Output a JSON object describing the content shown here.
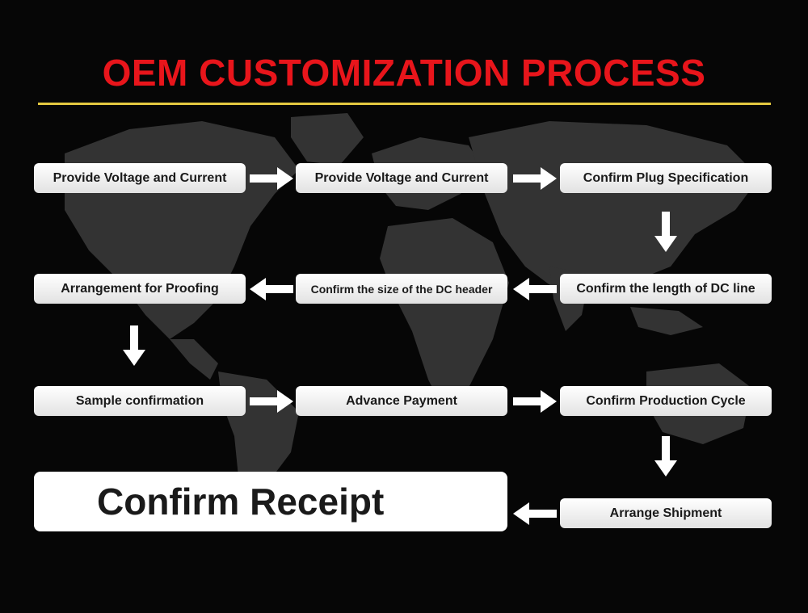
{
  "title": "OEM CUSTOMIZATION PROCESS",
  "colors": {
    "background": "#060606",
    "title": "#e8151b",
    "rule": "#e3c840",
    "step_box": "#f0f0f0",
    "arrow": "#ffffff",
    "map": "#3b3b3b"
  },
  "steps": [
    {
      "label": "Provide Voltage and Current"
    },
    {
      "label": "Provide Voltage and Current"
    },
    {
      "label": "Confirm Plug Specification"
    },
    {
      "label": "Confirm the length of DC line"
    },
    {
      "label": "Confirm the size of the DC header"
    },
    {
      "label": "Arrangement for Proofing"
    },
    {
      "label": "Sample confirmation"
    },
    {
      "label": "Advance Payment"
    },
    {
      "label": "Confirm Production Cycle"
    },
    {
      "label": "Arrange Shipment"
    },
    {
      "label": "Confirm Receipt"
    }
  ],
  "arrow_icon": "arrow-icon",
  "background_icon": "world-map"
}
